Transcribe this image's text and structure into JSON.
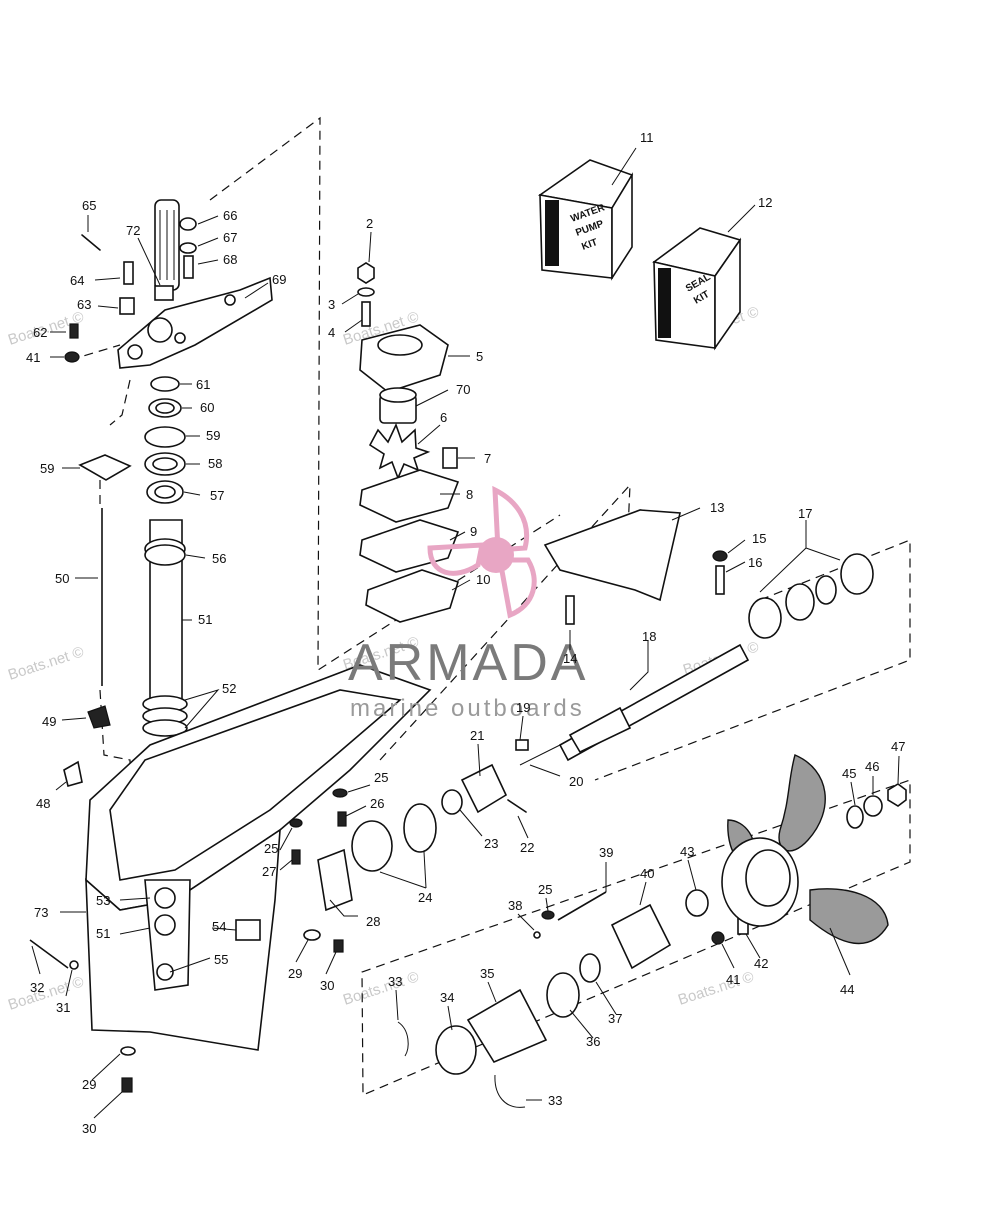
{
  "logo": {
    "brand": "ARMADA",
    "tagline": "marine outboards",
    "accent_color": "#e8a6c4",
    "icon": "propeller-icon"
  },
  "watermark": {
    "text": "Boats.net ©"
  },
  "kits": {
    "water_pump": [
      "WATER",
      "PUMP",
      "KIT"
    ],
    "seal": [
      "SEAL",
      "KIT"
    ]
  },
  "callouts": {
    "c65": "65",
    "c72": "72",
    "c66": "66",
    "c67": "67",
    "c68": "68",
    "c69": "69",
    "c64": "64",
    "c63": "63",
    "c62": "62",
    "c41a": "41",
    "c61": "61",
    "c60": "60",
    "c59a": "59",
    "c59b": "59",
    "c58": "58",
    "c57": "57",
    "c56": "56",
    "c50": "50",
    "c51a": "51",
    "c52": "52",
    "c49": "49",
    "c48": "48",
    "c2": "2",
    "c3": "3",
    "c4": "4",
    "c5": "5",
    "c70": "70",
    "c6": "6",
    "c7": "7",
    "c8": "8",
    "c9": "9",
    "c10": "10",
    "c11": "11",
    "c12": "12",
    "c13": "13",
    "c15": "15",
    "c16": "16",
    "c17": "17",
    "c14": "14",
    "c18": "18",
    "c19": "19",
    "c20": "20",
    "c21": "21",
    "c22": "22",
    "c23": "23",
    "c24": "24",
    "c25a": "25",
    "c26": "26",
    "c25b": "25",
    "c27": "27",
    "c28": "28",
    "c73": "73",
    "c53": "53",
    "c51b": "51",
    "c54": "54",
    "c55": "55",
    "c29a": "29",
    "c30a": "30",
    "c32": "32",
    "c31": "31",
    "c29b": "29",
    "c30b": "30",
    "c39": "39",
    "c40": "40",
    "c43": "43",
    "c25c": "25",
    "c38": "38",
    "c33a": "33",
    "c34": "34",
    "c35": "35",
    "c36": "36",
    "c37": "37",
    "c33b": "33",
    "c41b": "41",
    "c42": "42",
    "c44": "44",
    "c45": "45",
    "c46": "46",
    "c47": "47"
  }
}
